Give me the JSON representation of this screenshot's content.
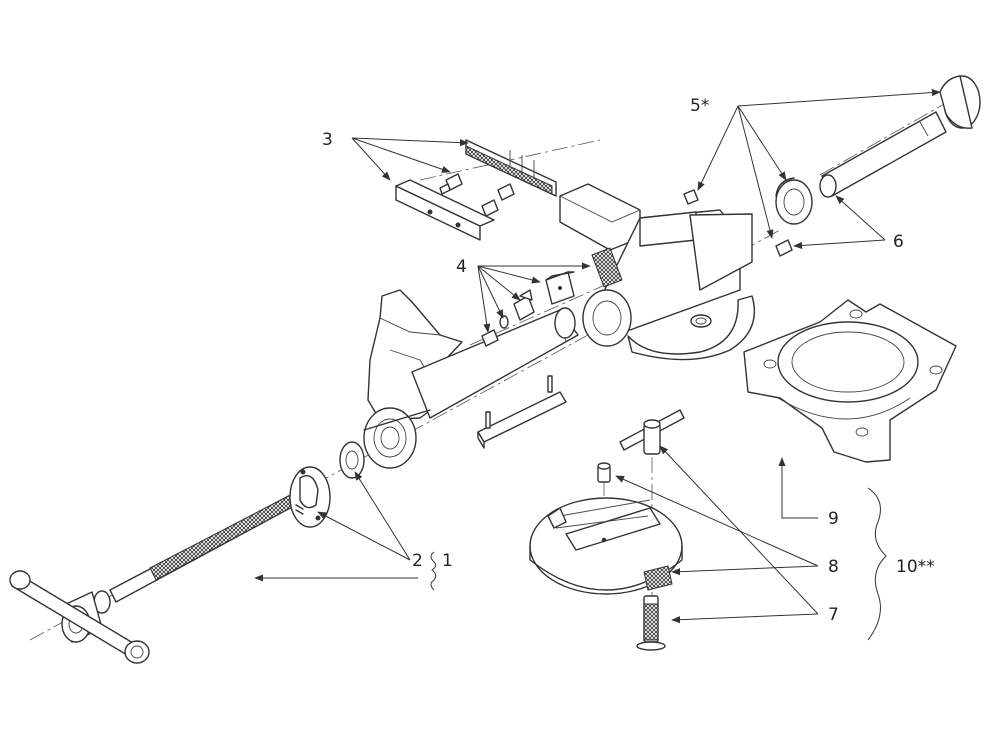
{
  "labels": {
    "p1": "1",
    "p2": "2",
    "p3": "3",
    "p4": "4",
    "p5": "5*",
    "p6": "6",
    "p7": "7",
    "p8": "8",
    "p9": "9",
    "p10": "10**"
  }
}
